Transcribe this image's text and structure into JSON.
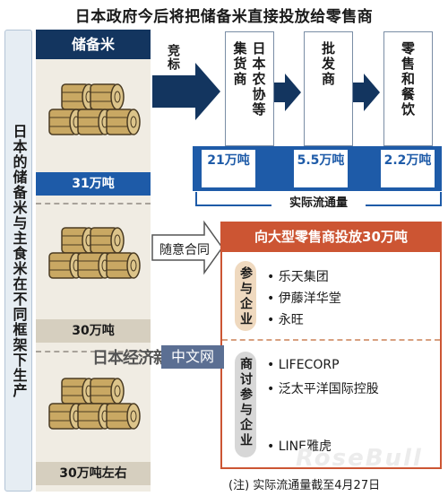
{
  "title": "日本政府今后将把储备米直接投放给零售商",
  "left_side_label": "日本的储备米与主食米在不同框架下生产",
  "stock_column": {
    "header": "储备米",
    "tiers": [
      {
        "label": "31万吨"
      },
      {
        "label": "30万吨"
      },
      {
        "label": "30万吨左右"
      }
    ]
  },
  "bidding_flow": {
    "arrow_label": "竞标",
    "stages": [
      {
        "label": "集货商"
      },
      {
        "label": "日本农协等"
      },
      {
        "label": "批发商"
      },
      {
        "label": "零售和餐饮"
      }
    ],
    "volumes": [
      "21万吨",
      "5.5万吨",
      "2.2万吨"
    ],
    "volume_caption": "实际流通量"
  },
  "contract_flow": {
    "arrow_label": "随意合同",
    "retail_header": "向大型零售商投放30万吨",
    "groups": [
      {
        "category": "参与企业",
        "companies": [
          "乐天集团",
          "伊藤洋华堂",
          "永旺"
        ]
      },
      {
        "category": "商讨参与企业",
        "companies": [
          "LIFECORP",
          "泛太平洋国际控股",
          "LINE雅虎"
        ]
      }
    ]
  },
  "note": "(注) 实际流通量截至4月27日",
  "watermark": {
    "site": "中文网",
    "faint": "RoseBull"
  },
  "colors": {
    "navy": "#13355f",
    "blue": "#1e5ba8",
    "orange": "#cc5533",
    "beige": "#f0ece3"
  }
}
